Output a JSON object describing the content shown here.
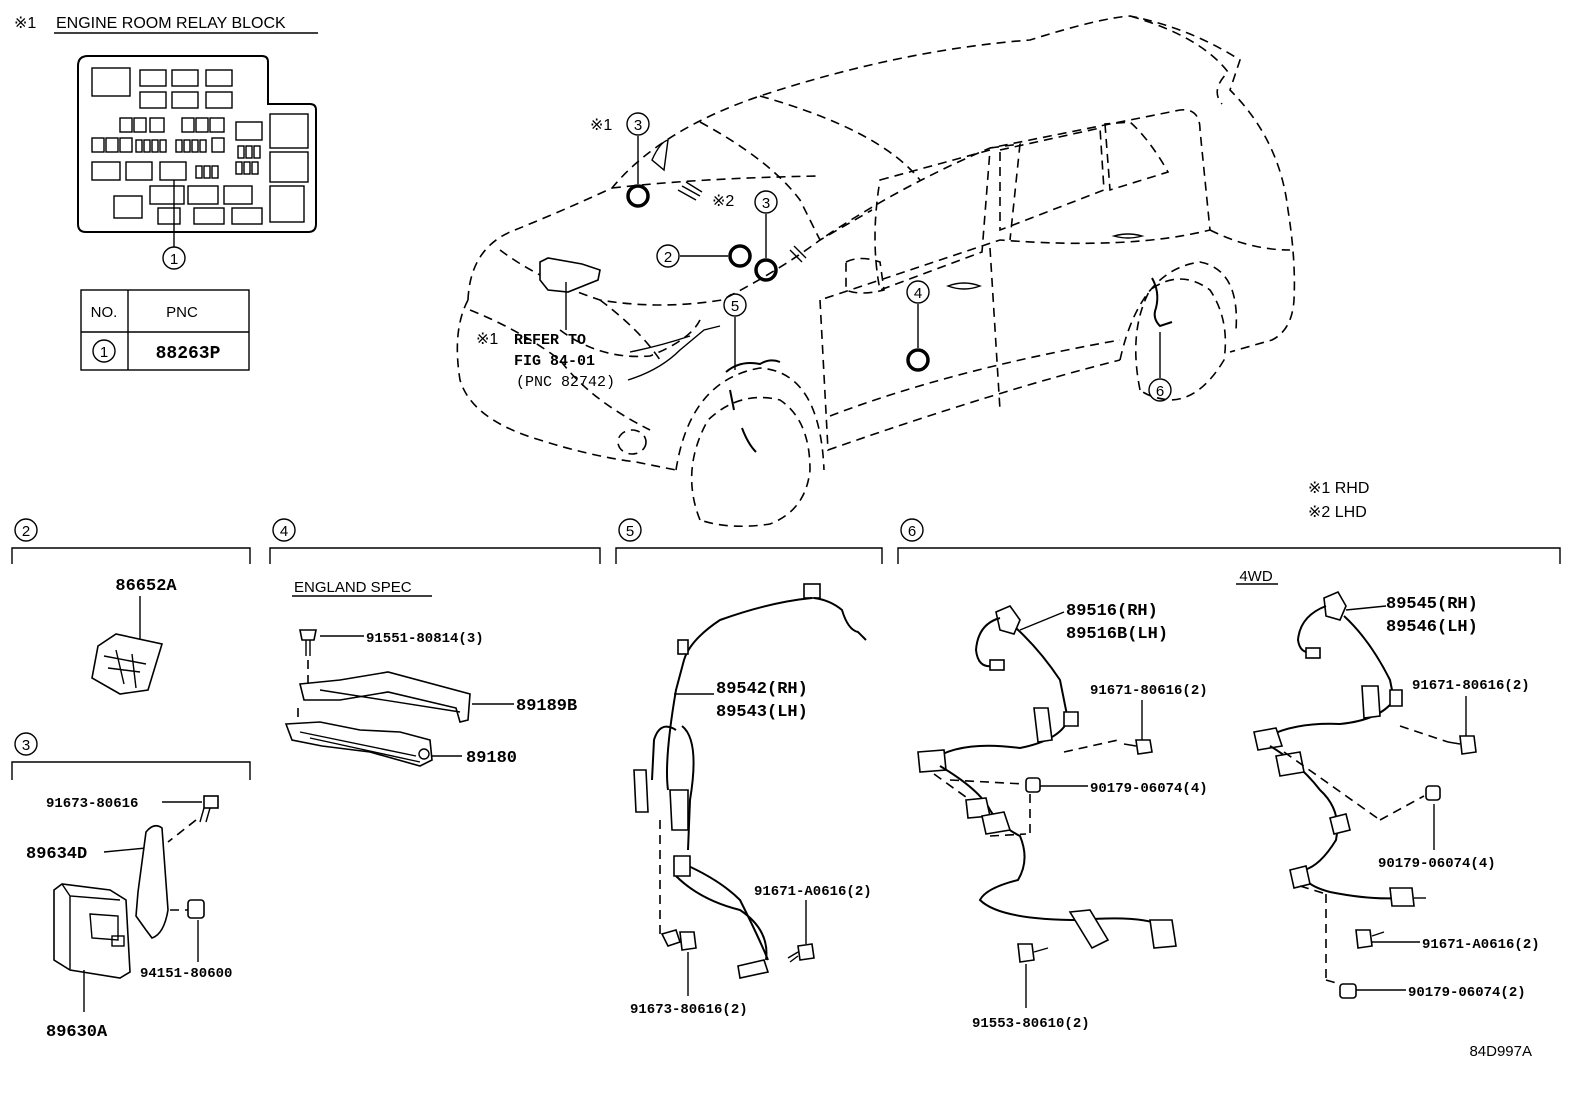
{
  "relay_block": {
    "note_mark": "※1",
    "title": "ENGINE ROOM RELAY BLOCK",
    "callout": "1"
  },
  "pnc_table": {
    "headers": [
      "NO.",
      "PNC"
    ],
    "rows": [
      {
        "no": "1",
        "pnc": "88263P"
      }
    ]
  },
  "vehicle": {
    "callouts": {
      "c3_rhd": "3",
      "c3_lhd": "3",
      "c2": "2",
      "c4": "4",
      "c5": "5",
      "c6": "6"
    },
    "note_rhd_mark": "※1",
    "note_lhd_mark": "※2",
    "refer": {
      "mark": "※1",
      "line1": "REFER TO",
      "line2": "FIG 84-01",
      "line3": "(PNC 82742)"
    }
  },
  "legend": {
    "rhd": "※1 RHD",
    "lhd": "※2 LHD"
  },
  "sections": {
    "s2": {
      "number": "2",
      "parts": {
        "p1": "86652A"
      }
    },
    "s3": {
      "number": "3",
      "parts": {
        "p1": "91673-80616",
        "p2": "89634D",
        "p3": "94151-80600",
        "p4": "89630A"
      }
    },
    "s4": {
      "number": "4",
      "subtitle": "ENGLAND SPEC",
      "parts": {
        "p1": "91551-80814(3)",
        "p2": "89189B",
        "p3": "89180"
      }
    },
    "s5": {
      "number": "5",
      "parts": {
        "p1a": "89542(RH)",
        "p1b": "89543(LH)",
        "p2": "91671-A0616(2)",
        "p3": "91673-80616(2)"
      }
    },
    "s6": {
      "number": "6",
      "subtitle": "4WD",
      "left": {
        "p1a": "89516(RH)",
        "p1b": "89516B(LH)",
        "p2": "91671-80616(2)",
        "p3": "90179-06074(4)",
        "p4": "91553-80610(2)"
      },
      "right": {
        "p1a": "89545(RH)",
        "p1b": "89546(LH)",
        "p2": "91671-80616(2)",
        "p3": "90179-06074(4)",
        "p4": "91671-A0616(2)",
        "p5": "90179-06074(2)"
      }
    }
  },
  "figure_code": "84D997A"
}
